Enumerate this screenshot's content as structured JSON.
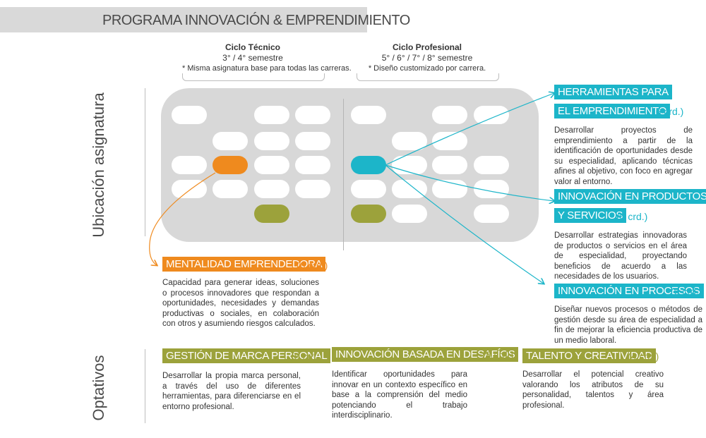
{
  "header": {
    "title": "PROGRAMA INNOVACIÓN & EMPRENDIMIENTO"
  },
  "side_labels": {
    "ubicacion": "Ubicación asignatura",
    "optativos": "Optativos"
  },
  "ciclo_tecnico": {
    "title": "Ciclo Técnico",
    "semesters": "3° / 4° semestre",
    "note": "* Misma asignatura base para  todas las carreras."
  },
  "ciclo_profesional": {
    "title": "Ciclo Profesional",
    "semesters": "5° / 6° / 7° / 8° semestre",
    "note": "* Diseño customizado  por carrera."
  },
  "courses": {
    "herramientas": {
      "title_line1": "HERRAMIENTAS PARA",
      "title_line2": "EL EMPRENDIMIENTO",
      "credits": "(6 crd.)",
      "description": "Desarrollar proyectos de emprendimiento a partir de la identificación de oportunidades desde su especialidad, aplicando técnicas afines al objetivo, con foco en agregar valor al entorno."
    },
    "innovacion_productos": {
      "title_line1": "INNOVACIÓN EN PRODUCTOS",
      "title_line2": "Y SERVICIOS",
      "credits": "(6 crd.)",
      "description": "Desarrollar estrategias innovadoras de productos o servicios en el área de especialidad, proyectando beneficios de acuerdo a las necesidades de los usuarios."
    },
    "innovacion_procesos": {
      "title": "INNOVACIÓN EN PROCESOS",
      "credits": "(6 crd.)",
      "description": "Diseñar nuevos procesos o métodos de gestión desde su área de especialidad a fin de mejorar la eficiencia productiva de un medio laboral."
    },
    "mentalidad": {
      "title": "MENTALIDAD EMPRENDEDORA",
      "credits": "(6 crd.)",
      "description": "Capacidad para generar ideas, soluciones o procesos innovadores que respondan a oportunidades, necesidades y demandas productivas o sociales, en colaboración con otros y asumiendo riesgos calculados."
    },
    "marca_personal": {
      "title": "GESTIÓN DE MARCA PERSONAL",
      "credits": "(8 crd.)",
      "description": "Desarrollar la propia marca personal, a través del uso de diferentes herramientas, para diferenciarse en el entorno profesional."
    },
    "desafios": {
      "title": "INNOVACIÓN BASADA EN DESAFÍOS",
      "credits": "(8 crd.)",
      "description": "Identificar oportunidades para innovar en un contexto específico en base a la comprensión del medio potenciando el trabajo interdisciplinario."
    },
    "talento": {
      "title": "TALENTO Y CREATIVIDAD",
      "credits": "(4 crd.)",
      "description": "Desarrollar el potencial creativo valorando los atributos de su personalidad, talentos y área profesional."
    }
  },
  "colors": {
    "teal": "#1cb5c9",
    "orange": "#ef8a1e",
    "olive": "#9ca23b",
    "grid_bg": "#d8d8d8",
    "banner": "#d9d9d9"
  }
}
